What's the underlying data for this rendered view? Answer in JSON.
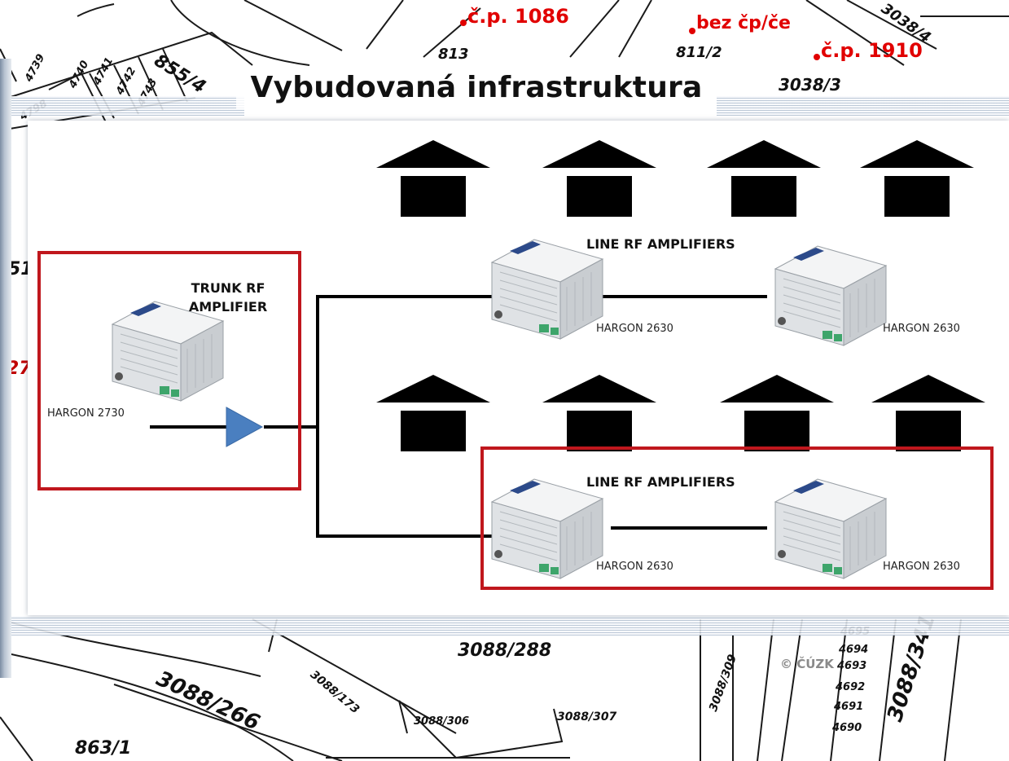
{
  "title": "Vybudovaná infrastruktura",
  "map": {
    "parcel_labels": [
      "855/4",
      "4739",
      "4740",
      "4741",
      "4742",
      "4743",
      "4798",
      "813",
      "811/2",
      "3038/3",
      "3038/4",
      "3088/288",
      "3088/266",
      "3088/173",
      "3088/306",
      "3088/307",
      "3088/309",
      "3088/341",
      "4695",
      "4694",
      "4693",
      "4692",
      "4691",
      "4690",
      "863/1",
      "51",
      "27",
      "© ČÚZK"
    ],
    "address_labels": [
      "č.p. 1086",
      "bez čp/če",
      "č.p. 1910"
    ],
    "colors": {
      "address": "#e10000",
      "line": "#1a1a1a"
    }
  },
  "diagram": {
    "trunk": {
      "label": "TRUNK RF AMPLIFIER",
      "model": "HARGON 2730"
    },
    "line_groups": [
      {
        "label": "LINE RF AMPLIFIERS",
        "models": [
          "HARGON 2630",
          "HARGON 2630"
        ],
        "highlighted": false
      },
      {
        "label": "LINE RF AMPLIFIERS",
        "models": [
          "HARGON 2630",
          "HARGON 2630"
        ],
        "highlighted": true
      }
    ],
    "houses_per_row": 4,
    "colors": {
      "highlight": "#c0171d",
      "amplifier_triangle": "#4a7fc0",
      "house": "#000000",
      "amplifier_body": "#d9dcdf",
      "amplifier_label": "#2c4a8a",
      "connector": "#3ea56b"
    }
  }
}
